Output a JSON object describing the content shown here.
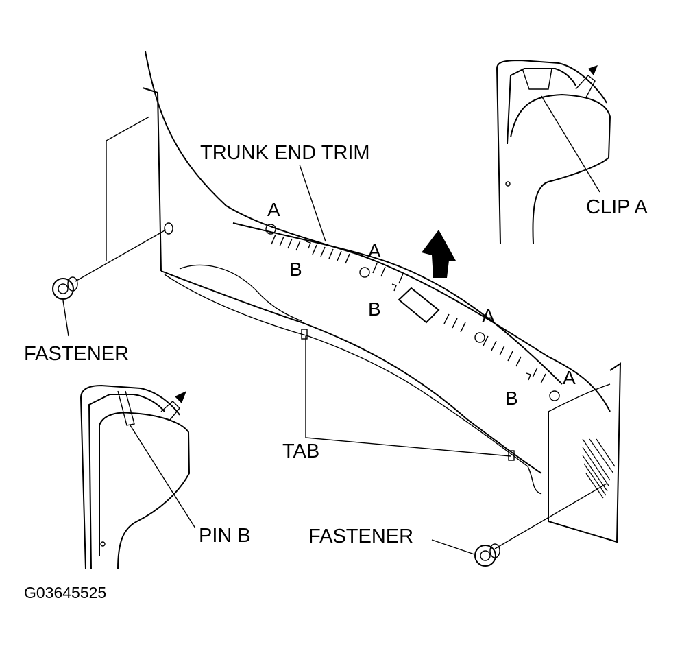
{
  "diagram": {
    "labels": {
      "trunk_end_trim": "TRUNK END TRIM",
      "clip_a": "CLIP A",
      "fastener_left": "FASTENER",
      "fastener_right": "FASTENER",
      "tab": "TAB",
      "pin_b": "PIN B",
      "marker_a": "A",
      "marker_b": "B"
    },
    "figure_code": "G03645525"
  }
}
